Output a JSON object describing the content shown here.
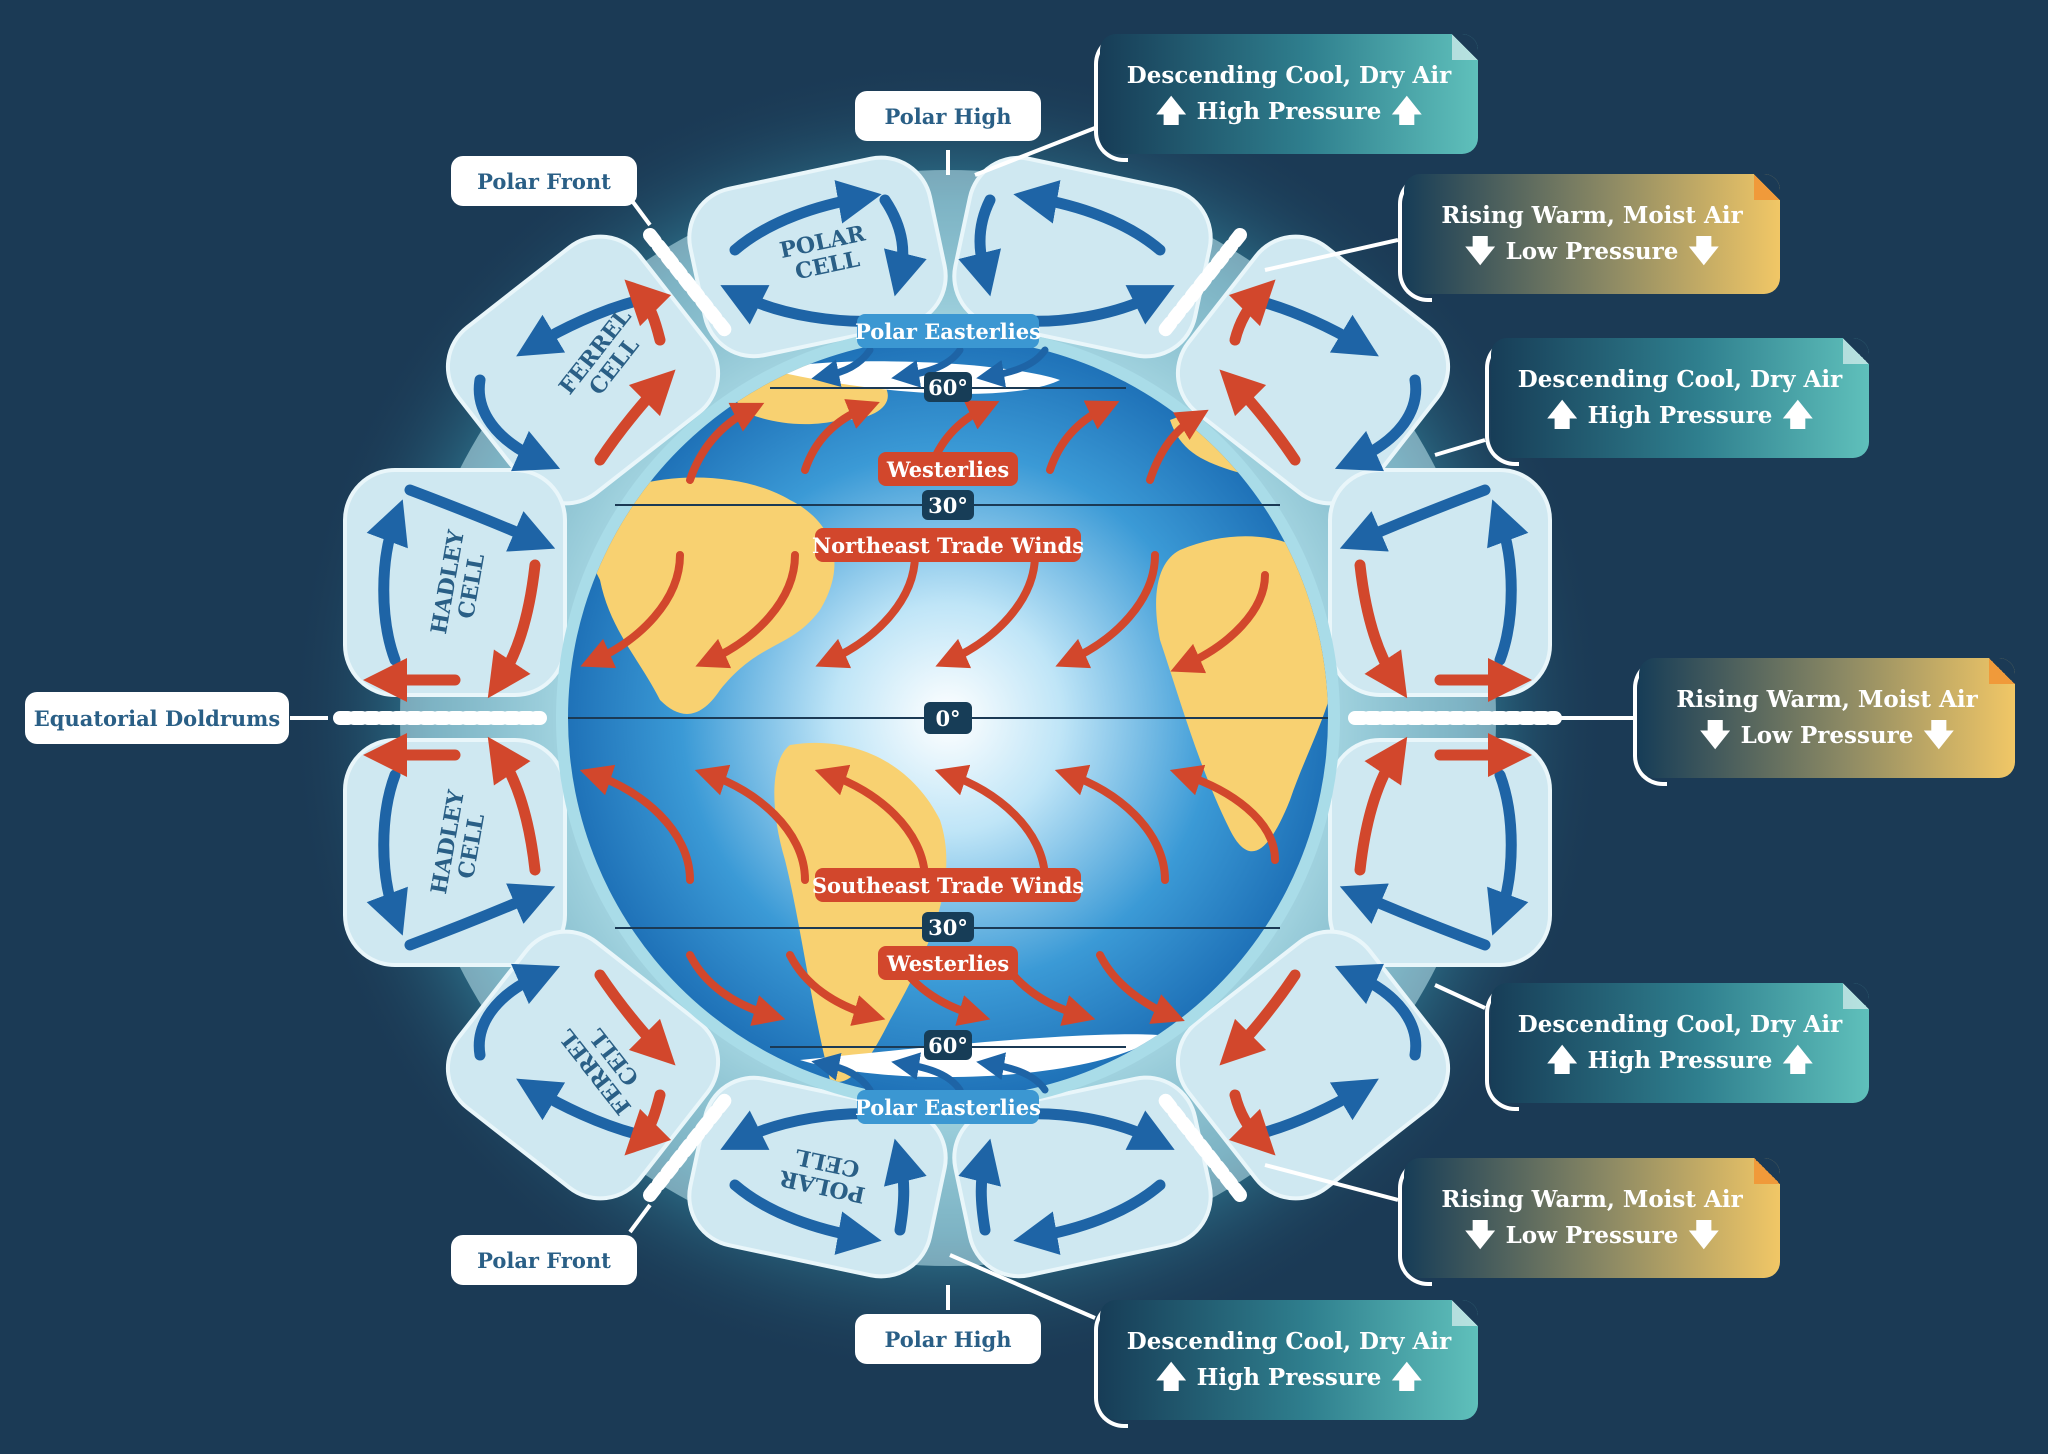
{
  "labels": {
    "polar_high": "Polar High",
    "polar_front": "Polar Front",
    "equatorial_doldrums": "Equatorial Doldrums"
  },
  "cells": {
    "polar": "POLAR\nCELL",
    "ferrel": "FERREL\nCELL",
    "hadley": "HADLEY\nCELL"
  },
  "winds": {
    "polar_easterlies": "Polar Easterlies",
    "westerlies": "Westerlies",
    "ne_trade": "Northeast Trade Winds",
    "se_trade": "Southeast Trade Winds"
  },
  "latitudes": {
    "lat60": "60°",
    "lat30": "30°",
    "lat0": "0°"
  },
  "cards": {
    "descending_line1": "Descending Cool, Dry Air",
    "descending_line2": "High Pressure",
    "rising_line1": "Rising Warm, Moist Air",
    "rising_line2": "Low Pressure"
  },
  "colors": {
    "background": "#1b3a55",
    "cold_arrow": "#1e64a6",
    "warm_arrow": "#d2472c",
    "cell_fill": "#cfe8f1",
    "land": "#f8d171",
    "ocean": "#2f8fcc",
    "wind_tag": "#d2472c",
    "easterly_tag": "#3b97d2"
  },
  "icons": {
    "up": "up-arrow-icon",
    "down": "down-arrow-icon"
  }
}
